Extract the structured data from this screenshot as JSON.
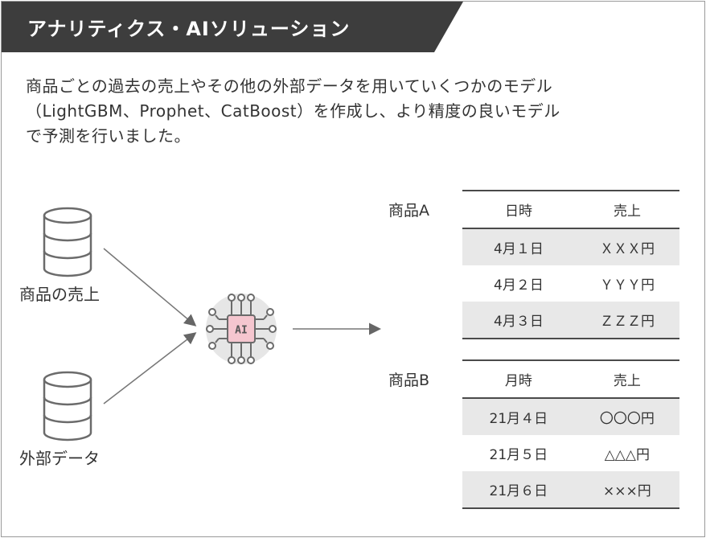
{
  "header": {
    "title": "アナリティクス・AIソリューション"
  },
  "description": {
    "lines": [
      "商品ごとの過去の売上やその他の外部データを用いていくつかのモデル",
      "（LightGBM、Prophet、CatBoost）を作成し、より精度の良いモデル",
      "で予測を行いました。"
    ]
  },
  "sources": [
    {
      "label": "商品の売上",
      "icon": "database-icon"
    },
    {
      "label": "外部データ",
      "icon": "database-icon"
    }
  ],
  "ai": {
    "chip_text": "AI",
    "icon": "ai-chip-icon"
  },
  "colors": {
    "banner": "#3d3d3d",
    "chip_fill": "#f5c6cf",
    "chip_halo": "#e6e6e6",
    "row_alt": "#e8e8e8",
    "line": "#4a4a4a"
  },
  "tables": [
    {
      "product": "商品A",
      "headers": [
        "日時",
        "売上"
      ],
      "rows": [
        [
          "4月１日",
          "ＸＸＸ円"
        ],
        [
          "4月２日",
          "ＹＹＹ円"
        ],
        [
          "4月３日",
          "ＺＺＺ円"
        ]
      ]
    },
    {
      "product": "商品B",
      "headers": [
        "月時",
        "売上"
      ],
      "rows": [
        [
          "21月４日",
          "〇〇〇円"
        ],
        [
          "21月５日",
          "△△△円"
        ],
        [
          "21月６日",
          "×××円"
        ]
      ]
    }
  ]
}
